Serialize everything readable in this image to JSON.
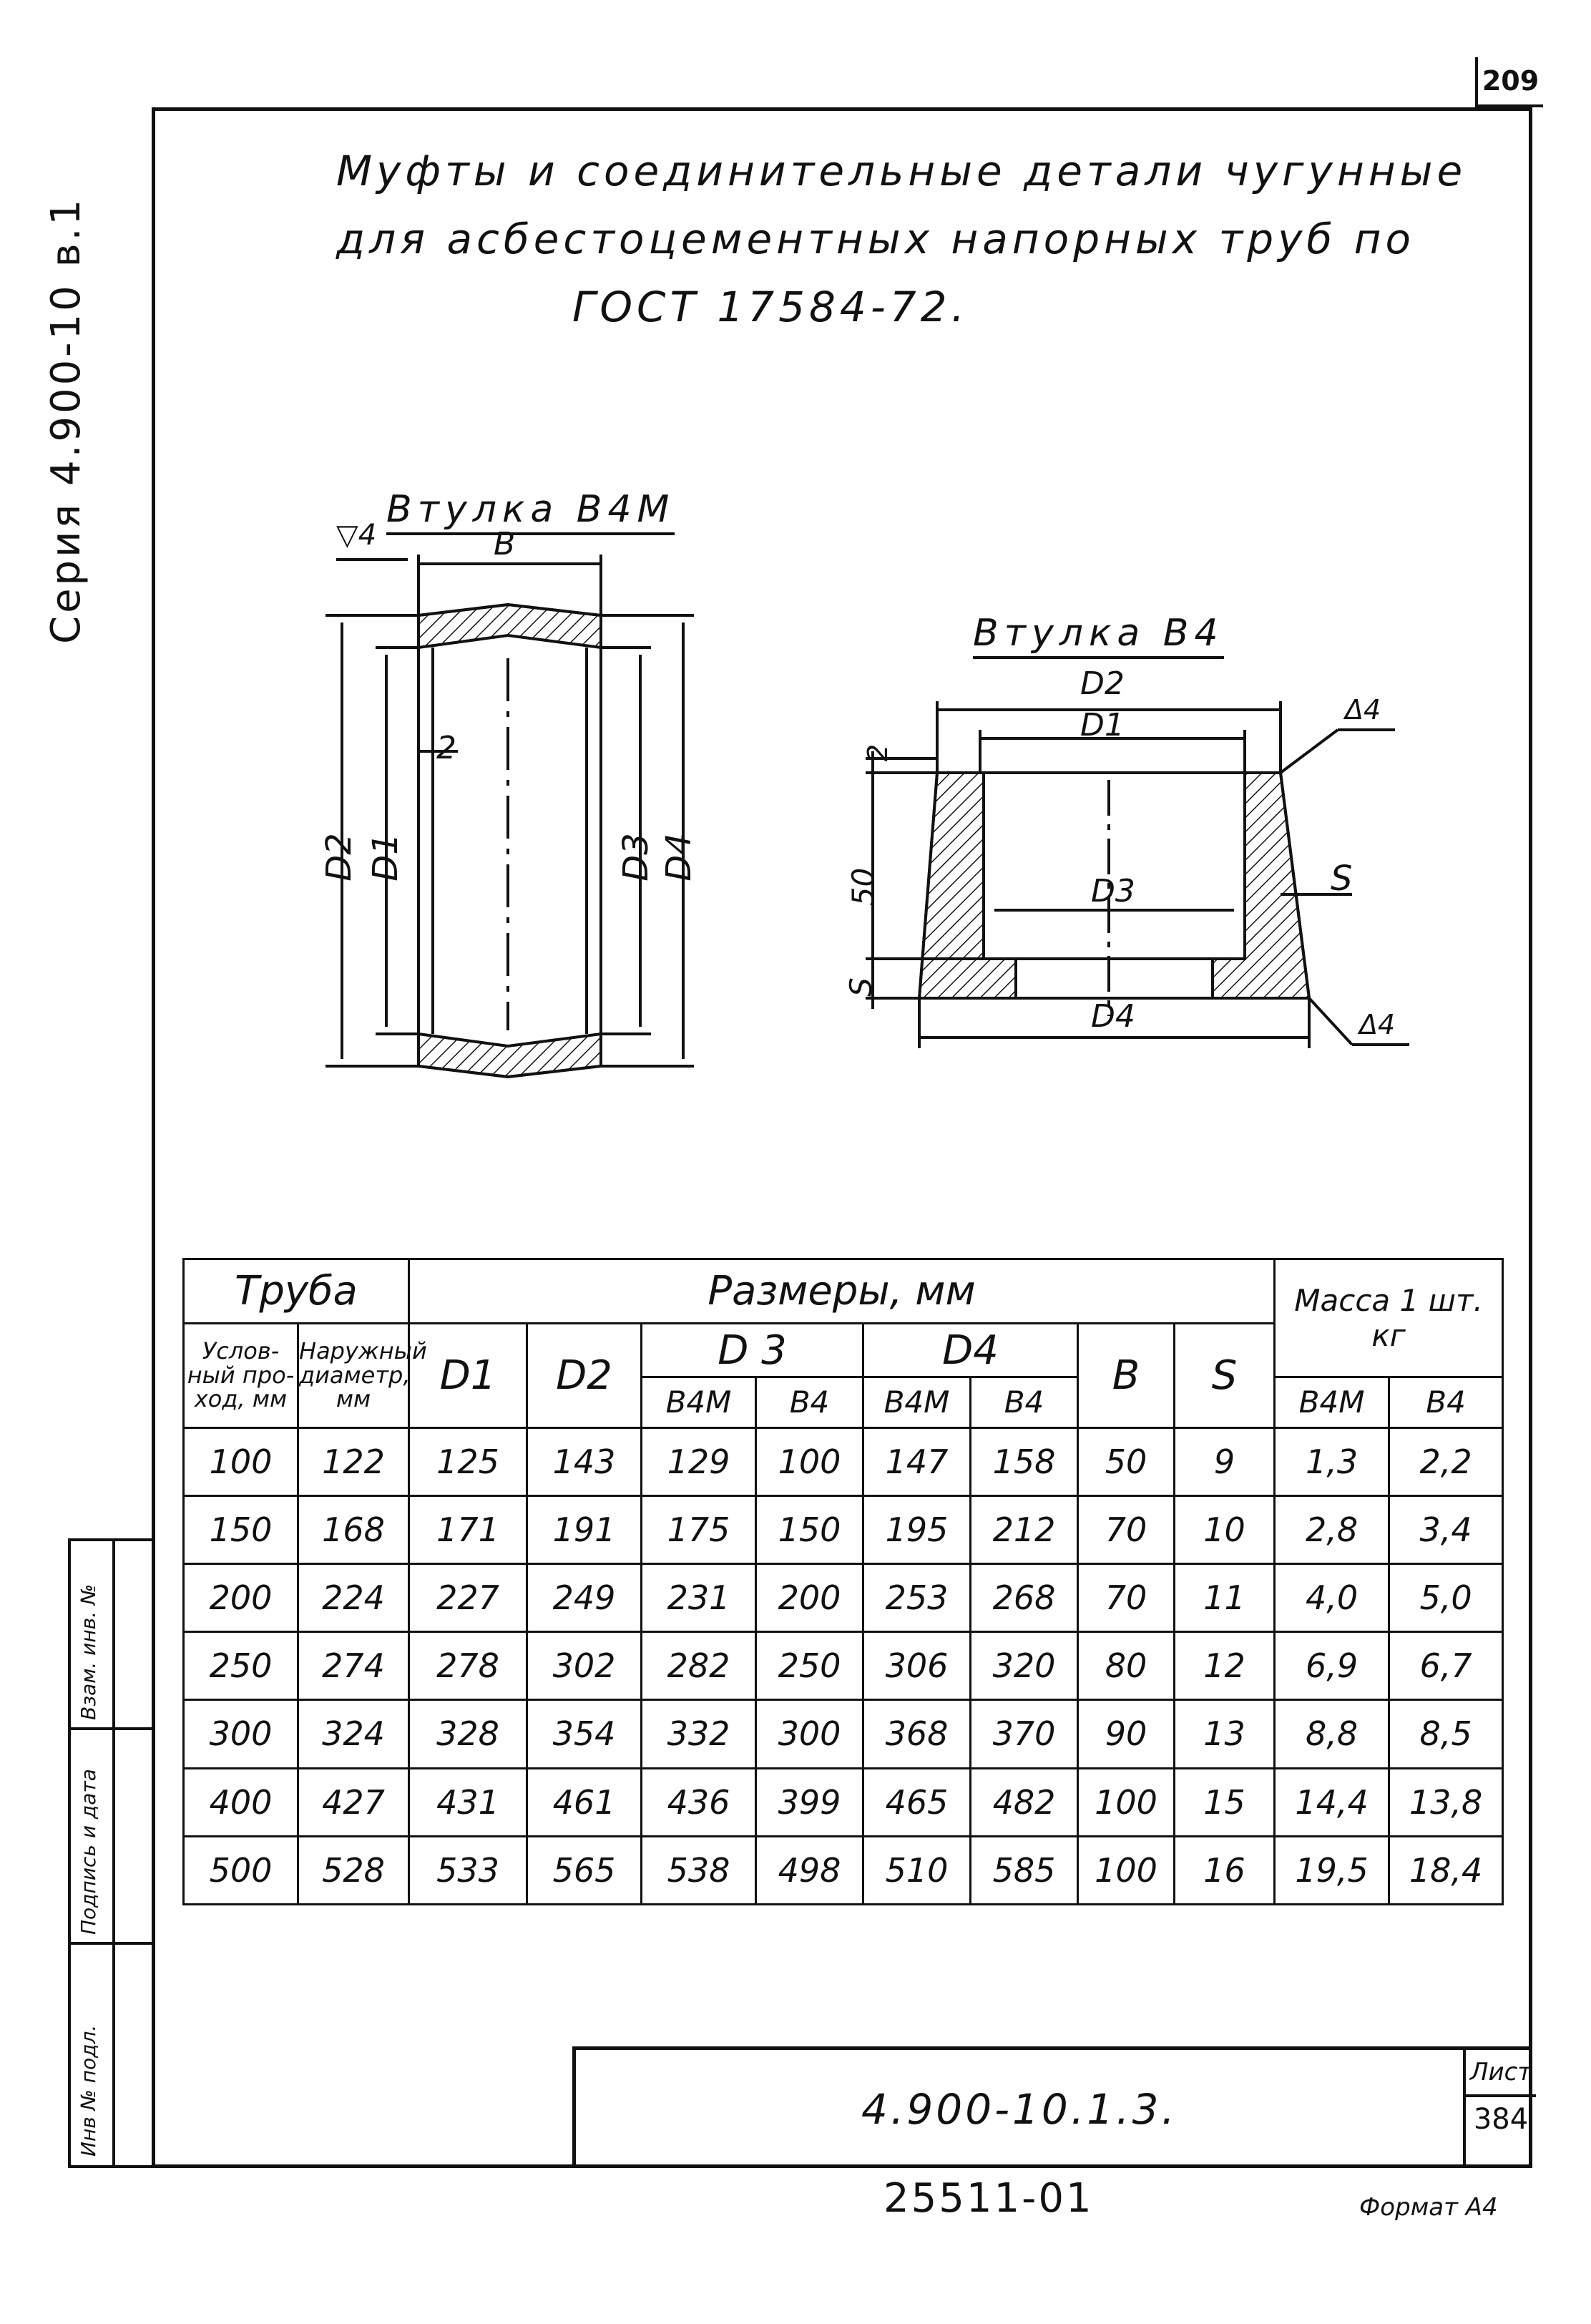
{
  "page_number": "209",
  "series_side": "Серия 4.900-10 в.1",
  "title": {
    "line1": "Муфты и соединительные детали чугунные",
    "line2": "для асбестоцементных напорных труб по",
    "line3": "ГОСТ 17584-72."
  },
  "drawing_b4m": {
    "label": "Втулка В4М",
    "dims": {
      "roughness": "▽4",
      "b": "В",
      "two": "2",
      "d2": "D2",
      "d1": "D1",
      "d3": "D3",
      "d4": "D4"
    }
  },
  "drawing_b4": {
    "label": "Втулка В4",
    "dims": {
      "d2": "D2",
      "d1": "D1",
      "d3": "D3",
      "d4": "D4",
      "two": "2",
      "fifty": "50",
      "s_left": "S",
      "s_right": "S",
      "r1": "Δ4",
      "r2": "Δ4"
    }
  },
  "table": {
    "group_pipe": "Труба",
    "group_dims": "Размеры, мм",
    "group_mass": "Масса 1 шт. кг",
    "col_nominal": "Услов-ный про-ход, мм",
    "col_outer": "Наружный диаметр, мм",
    "col_d1": "D1",
    "col_d2": "D2",
    "col_d3": "D 3",
    "col_d4": "D4",
    "col_b": "В",
    "col_s": "S",
    "sub_b4m": "В4М",
    "sub_b4": "В4",
    "rows": [
      [
        "100",
        "122",
        "125",
        "143",
        "129",
        "100",
        "147",
        "158",
        "50",
        "9",
        "1,3",
        "2,2"
      ],
      [
        "150",
        "168",
        "171",
        "191",
        "175",
        "150",
        "195",
        "212",
        "70",
        "10",
        "2,8",
        "3,4"
      ],
      [
        "200",
        "224",
        "227",
        "249",
        "231",
        "200",
        "253",
        "268",
        "70",
        "11",
        "4,0",
        "5,0"
      ],
      [
        "250",
        "274",
        "278",
        "302",
        "282",
        "250",
        "306",
        "320",
        "80",
        "12",
        "6,9",
        "6,7"
      ],
      [
        "300",
        "324",
        "328",
        "354",
        "332",
        "300",
        "368",
        "370",
        "90",
        "13",
        "8,8",
        "8,5"
      ],
      [
        "400",
        "427",
        "431",
        "461",
        "436",
        "399",
        "465",
        "482",
        "100",
        "15",
        "14,4",
        "13,8"
      ],
      [
        "500",
        "528",
        "533",
        "565",
        "538",
        "498",
        "510",
        "585",
        "100",
        "16",
        "19,5",
        "18,4"
      ]
    ]
  },
  "stamp": {
    "inv_podl": "Инв № подл.",
    "podpis": "Подпись и дата",
    "vzam": "Взам. инв. №"
  },
  "title_block": {
    "doc_number": "4.900-10.1.3.",
    "sheet_label": "Лист",
    "sheet_value": "384"
  },
  "bottom_code": "25511-01",
  "format": "Формат А4"
}
